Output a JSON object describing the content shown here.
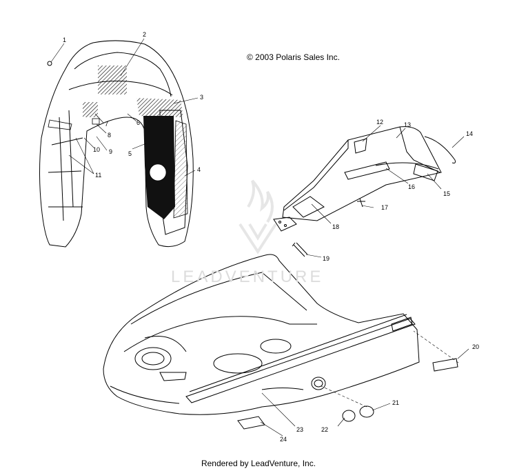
{
  "copyright": "© 2003 Polaris Sales Inc.",
  "footer": "Rendered by LeadVenture, Inc.",
  "watermark": "LEADVENTURE",
  "callouts": [
    "1",
    "2",
    "3",
    "4",
    "5",
    "6",
    "7",
    "8",
    "9",
    "10",
    "11",
    "12",
    "13",
    "14",
    "15",
    "16",
    "17",
    "18",
    "19",
    "20",
    "21",
    "22",
    "23",
    "24"
  ]
}
